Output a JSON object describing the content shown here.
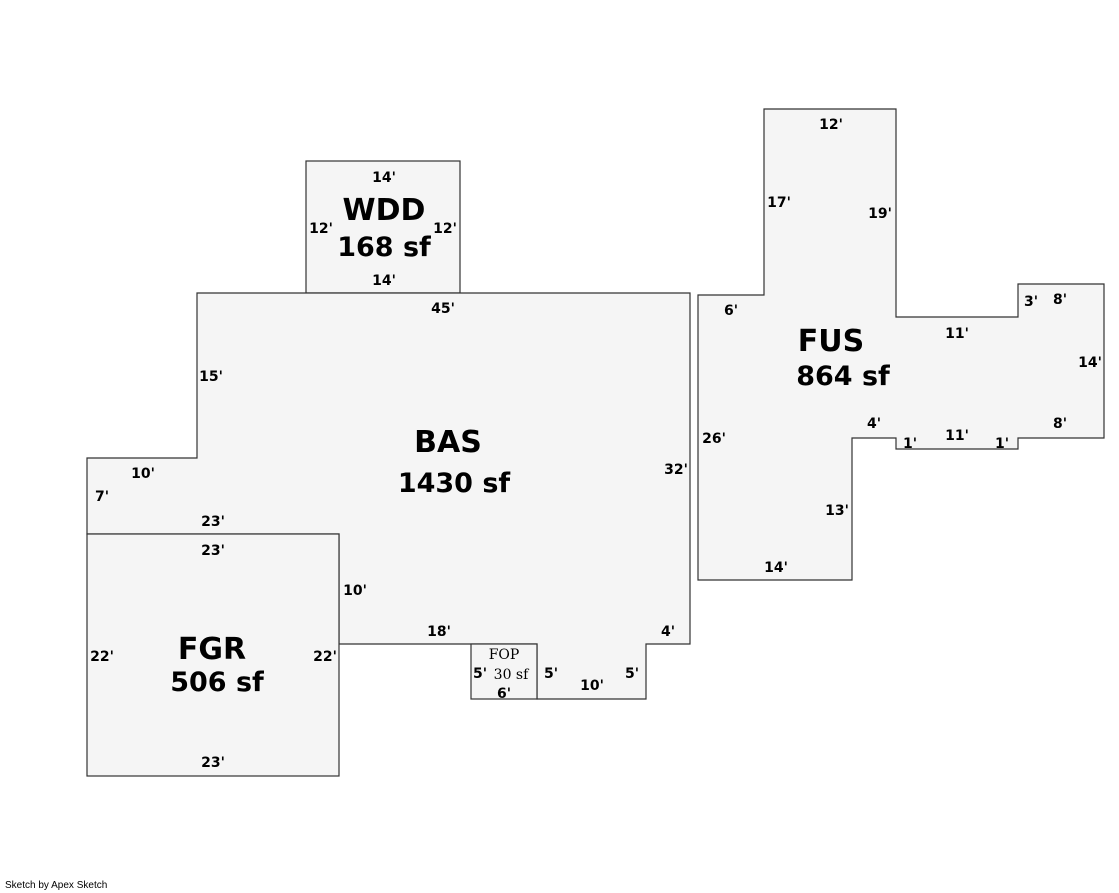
{
  "areas": {
    "wdd": {
      "code": "WDD",
      "sf": "168 sf"
    },
    "bas": {
      "code": "BAS",
      "sf": "1430 sf"
    },
    "fgr": {
      "code": "FGR",
      "sf": "506 sf"
    },
    "fus": {
      "code": "FUS",
      "sf": "864 sf"
    },
    "fop": {
      "code": "FOP",
      "sf": "30 sf"
    }
  },
  "dims": {
    "wdd_top": "14'",
    "wdd_left": "12'",
    "wdd_right": "12'",
    "wdd_bottom": "14'",
    "bas_top": "45'",
    "bas_left_upper": "15'",
    "bas_step": "10'",
    "bas_left_lower": "7'",
    "bas_mid": "23'",
    "bas_right": "32'",
    "bas_garage_side": "10'",
    "bas_bottom": "18'",
    "bas_notch": "4'",
    "bas_notch_side": "5'",
    "bas_porch_side": "5'",
    "bas_porch_bottom": "10'",
    "fgr_top": "23'",
    "fgr_left": "22'",
    "fgr_right": "22'",
    "fgr_bottom": "23'",
    "fop_left": "5'",
    "fop_bottom": "6'",
    "fus_top": "12'",
    "fus_tower_left": "17'",
    "fus_tower_right": "19'",
    "fus_step": "6'",
    "fus_wing_top": "11'",
    "fus_wing_step": "3'",
    "fus_wing_end_top": "8'",
    "fus_wing_end": "14'",
    "fus_wing_end_bottom": "8'",
    "fus_wing_bottom": "11'",
    "fus_jog_left": "1'",
    "fus_jog_right": "1'",
    "fus_inner": "4'",
    "fus_left": "26'",
    "fus_lower_right": "13'",
    "fus_bottom": "14'"
  },
  "footer": {
    "credit": "Sketch by Apex Sketch"
  }
}
